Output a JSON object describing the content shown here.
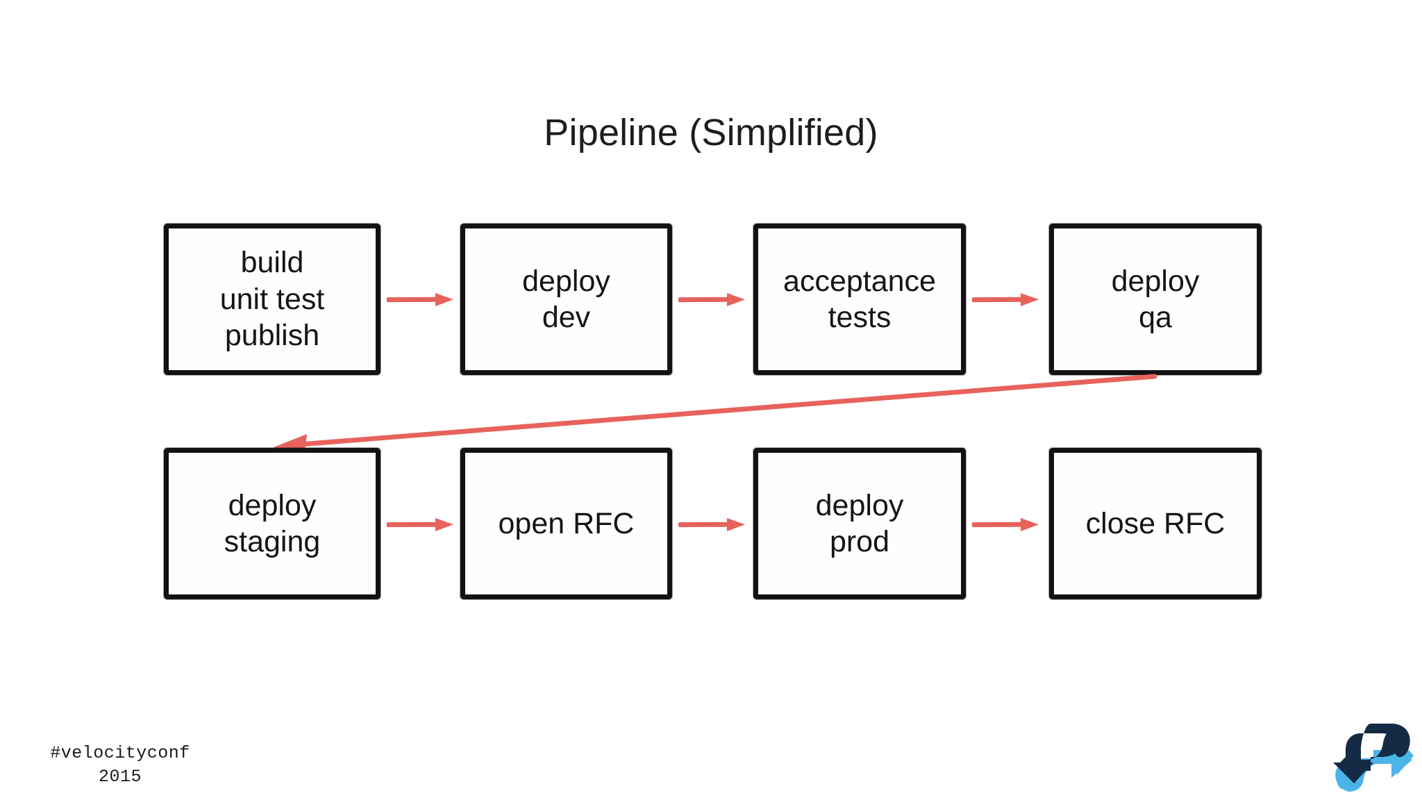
{
  "slide": {
    "title": "Pipeline (Simplified)",
    "background_color": "#ffffff"
  },
  "theme": {
    "box_border_color": "#121212",
    "box_fill_color": "#fefefe",
    "text_color": "#151515",
    "arrow_color": "#e8625c",
    "logo_dark_color": "#152b45",
    "logo_light_color": "#4db4e8"
  },
  "pipeline": {
    "rows": [
      {
        "name": "top-row",
        "stages": [
          {
            "id": "build",
            "lines": [
              "build",
              "unit test",
              "publish"
            ]
          },
          {
            "id": "deploy-dev",
            "lines": [
              "deploy",
              "dev"
            ]
          },
          {
            "id": "acceptance-tests",
            "lines": [
              "acceptance",
              "tests"
            ]
          },
          {
            "id": "deploy-qa",
            "lines": [
              "deploy",
              "qa"
            ]
          }
        ]
      },
      {
        "name": "bottom-row",
        "stages": [
          {
            "id": "deploy-staging",
            "lines": [
              "deploy",
              "staging"
            ]
          },
          {
            "id": "open-rfc",
            "lines": [
              "open RFC"
            ]
          },
          {
            "id": "deploy-prod",
            "lines": [
              "deploy",
              "prod"
            ]
          },
          {
            "id": "close-rfc",
            "lines": [
              "close RFC"
            ]
          }
        ]
      }
    ],
    "connectors": [
      {
        "id": "arrow-build-to-deploy-dev",
        "direction": "right"
      },
      {
        "id": "arrow-deploy-dev-to-acceptance-tests",
        "direction": "right"
      },
      {
        "id": "arrow-acceptance-tests-to-deploy-qa",
        "direction": "right"
      },
      {
        "id": "arrow-deploy-qa-to-deploy-staging",
        "direction": "diagonal-left"
      },
      {
        "id": "arrow-deploy-staging-to-open-rfc",
        "direction": "right"
      },
      {
        "id": "arrow-open-rfc-to-deploy-prod",
        "direction": "right"
      },
      {
        "id": "arrow-deploy-prod-to-close-rfc",
        "direction": "right"
      }
    ]
  },
  "footer": {
    "hashtag": "#velocityconf",
    "year": "2015"
  }
}
